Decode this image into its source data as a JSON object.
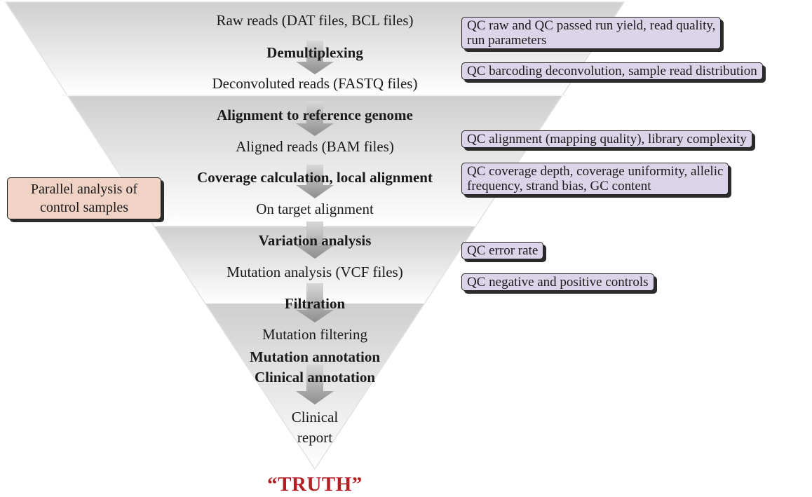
{
  "stages": {
    "raw_reads": "Raw reads (DAT files, BCL files)",
    "demultiplexing": "Demultiplexing",
    "deconvoluted_reads": "Deconvoluted reads (FASTQ files)",
    "alignment": "Alignment to reference genome",
    "aligned_reads": "Aligned reads (BAM files)",
    "coverage_calc": "Coverage calculation, local alignment",
    "on_target": "On target alignment",
    "variation_analysis": "Variation analysis",
    "mutation_analysis": "Mutation analysis (VCF files)",
    "filtration": "Filtration",
    "mutation_filtering": "Mutation filtering",
    "mutation_annotation": "Mutation annotation",
    "clinical_annotation": "Clinical annotation",
    "clinical_report_line1": "Clinical",
    "clinical_report_line2": "report"
  },
  "qc": {
    "run_yield_line1": "QC raw and QC passed run yield, read quality,",
    "run_yield_line2": "run parameters",
    "barcoding": "QC barcoding deconvolution, sample read distribution",
    "alignment": "QC alignment (mapping quality), library complexity",
    "coverage_line1": "QC coverage depth, coverage uniformity, allelic",
    "coverage_line2": "frequency, strand bias, GC content",
    "error_rate": "QC error rate",
    "controls": "QC negative and positive controls"
  },
  "controls": {
    "line1": "Parallel analysis of",
    "line2": "control samples"
  },
  "truth": "“TRUTH”",
  "colors": {
    "funnel_light": "#ffffff",
    "funnel_dark": "#cfcfcf",
    "arrow": "#9a9a9a",
    "qc_box": "#dcd5ea",
    "control_box": "#f1d3c6",
    "truth": "#b21f24"
  }
}
